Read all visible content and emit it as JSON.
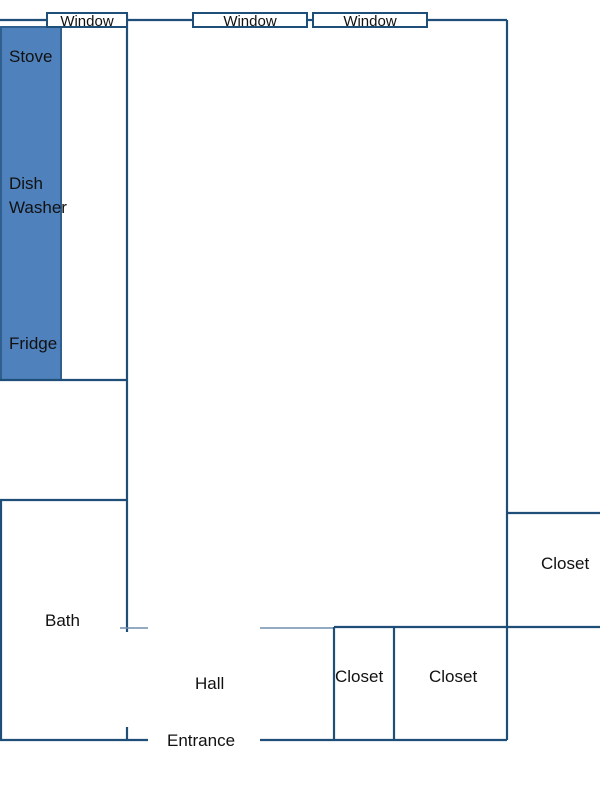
{
  "windows": [
    "Window",
    "Window",
    "Window"
  ],
  "appliances": {
    "stove": "Stove",
    "dish_line1": "Dish",
    "dish_line2": "Washer",
    "fridge": "Fridge"
  },
  "rooms": {
    "bath": "Bath",
    "hall": "Hall",
    "entrance": "Entrance",
    "closet_right": "Closet",
    "closet_small": "Closet",
    "closet_mid": "Closet"
  },
  "colors": {
    "wall": "#1f4e79",
    "appliance_fill": "#4f81bd"
  }
}
